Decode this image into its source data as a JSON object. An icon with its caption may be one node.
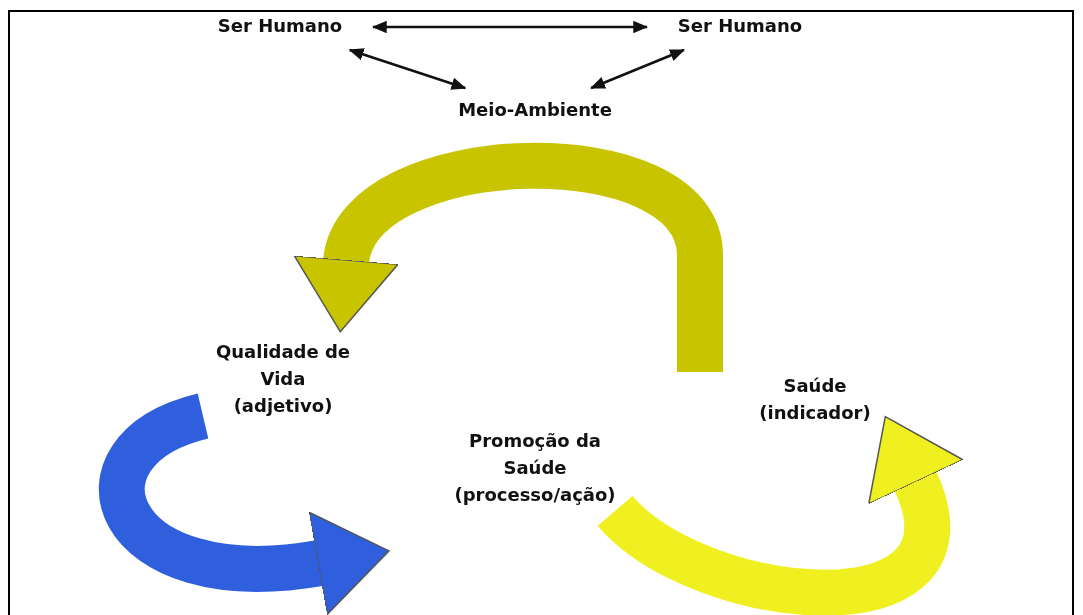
{
  "diagram": {
    "nodes": [
      {
        "text": [
          "Ser Humano"
        ]
      },
      {
        "text": [
          "Ser Humano"
        ]
      },
      {
        "text": [
          "Meio-Ambiente"
        ]
      },
      {
        "text": [
          "Qualidade de Vida (adjetivo)"
        ]
      },
      {
        "text": [
          "Saúde (indicador)"
        ]
      },
      {
        "text": [
          "Promoção da Saúde (processo/ação)"
        ]
      }
    ],
    "edges": [
      {
        "from": 0,
        "to": 1,
        "arrow": "both"
      },
      {
        "from": 0,
        "to": 2,
        "arrow": "both"
      },
      {
        "from": 1,
        "to": 2,
        "arrow": "both"
      },
      {
        "from": 4,
        "to": 3,
        "arrow": "to",
        "style": "thick",
        "color": "#c8c400"
      },
      {
        "from": 3,
        "to": 5,
        "arrow": "to",
        "style": "thick",
        "color": "#2f5fdc"
      },
      {
        "from": 5,
        "to": 4,
        "arrow": "to",
        "style": "thick",
        "color": "#f0f020"
      }
    ]
  }
}
